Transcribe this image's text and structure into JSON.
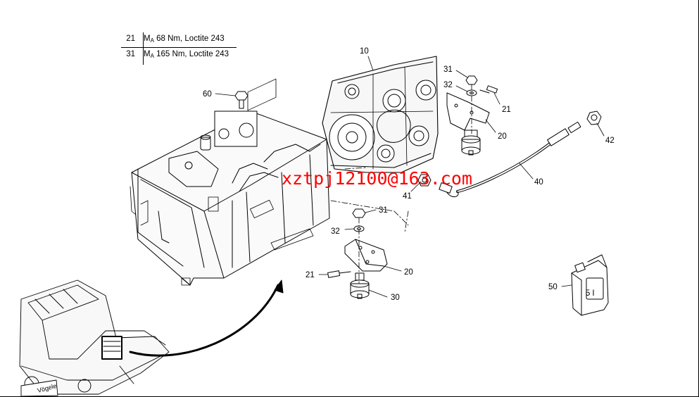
{
  "torque_table": [
    {
      "pos": "21",
      "symbol": "M",
      "sub": "A",
      "spec": "68 Nm, Loctite 243"
    },
    {
      "pos": "31",
      "symbol": "M",
      "sub": "A",
      "spec": "165 Nm, Loctite 243"
    }
  ],
  "callouts": {
    "c10": "10",
    "c31a": "31",
    "c32a": "32",
    "c21a": "21",
    "c20a": "20",
    "c42": "42",
    "c40": "40",
    "c41": "41",
    "c60": "60",
    "c31b": "31",
    "c32b": "32",
    "c20b": "20",
    "c21b": "21",
    "c30": "30",
    "c50": "50"
  },
  "canister_label": "5 l",
  "machine_brand": "Vögele",
  "watermark": "xztpj12100@163.com"
}
